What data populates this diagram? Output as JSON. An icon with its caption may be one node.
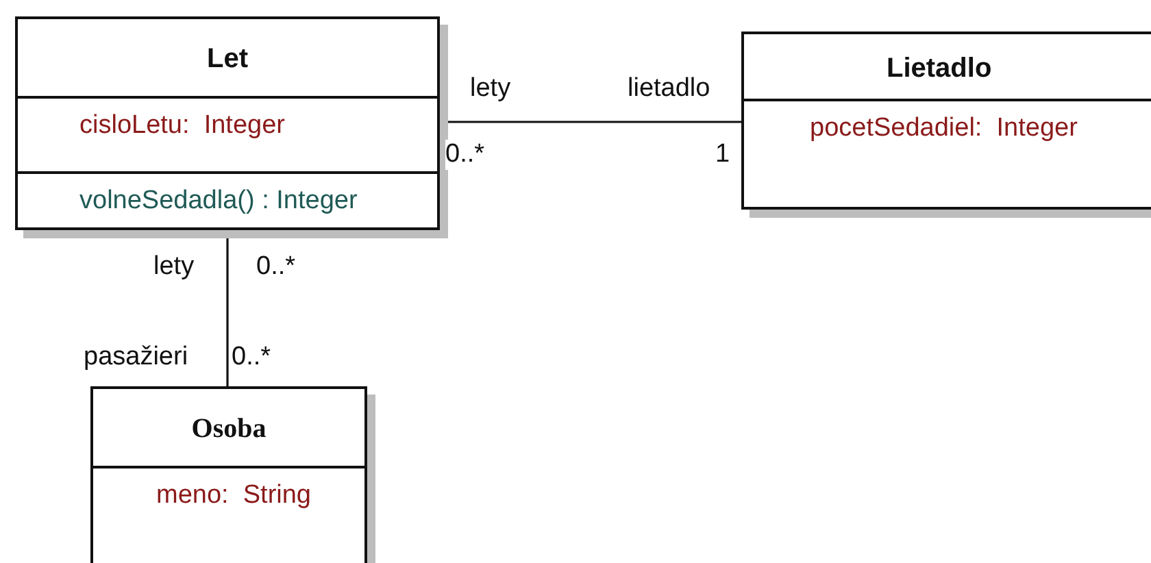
{
  "diagram": {
    "nodes": [
      {
        "text": [
          "Let",
          "cisloLetu:  Integer",
          "volneSedadla() : Integer"
        ]
      },
      {
        "text": [
          "Lietadlo",
          "pocetSedadiel:  Integer"
        ]
      },
      {
        "text": [
          "Osoba",
          "meno:  String"
        ]
      }
    ],
    "edges": [
      {
        "from": 0,
        "to": 1,
        "arrow": "none"
      },
      {
        "from": 0,
        "to": 2,
        "arrow": "none"
      }
    ],
    "labels": [
      "lety",
      "lietadlo",
      "0..*",
      "1",
      "lety",
      "0..*",
      "pasažieri",
      "0..*"
    ]
  }
}
